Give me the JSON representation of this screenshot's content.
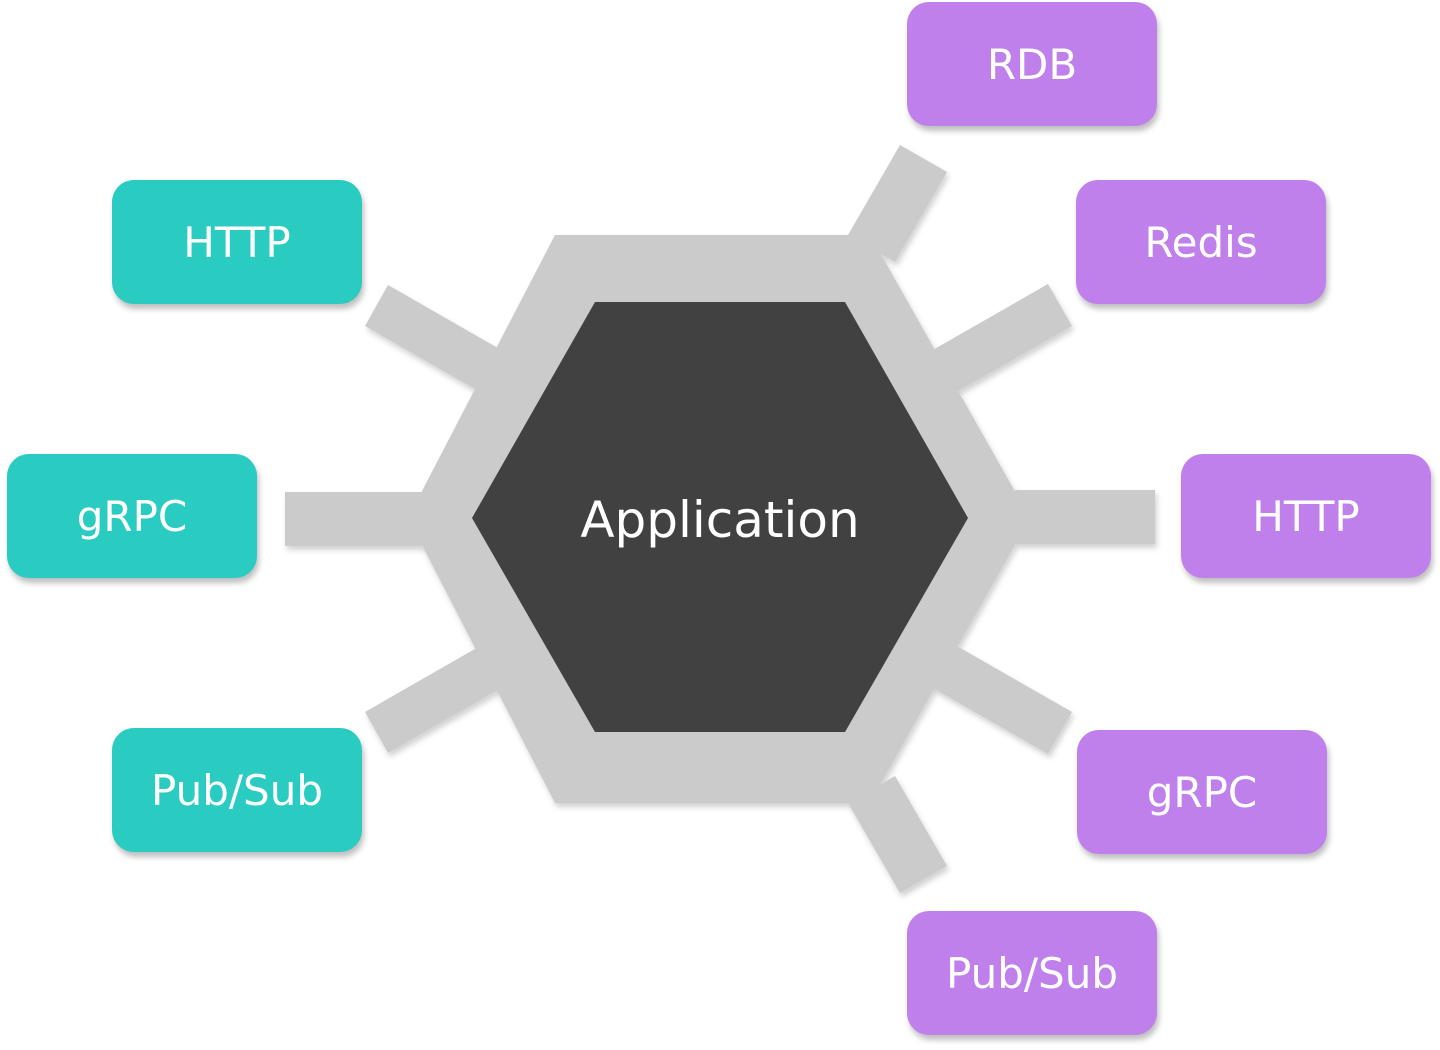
{
  "colors": {
    "inbound": "#2acbc1",
    "outbound": "#bf80ec",
    "core": "#414141",
    "ring": "#cbcbcb"
  },
  "center": {
    "label": "Application"
  },
  "inbound_adapters": [
    {
      "label": "HTTP"
    },
    {
      "label": "gRPC"
    },
    {
      "label": "Pub/Sub"
    }
  ],
  "outbound_adapters": [
    {
      "label": "RDB"
    },
    {
      "label": "Redis"
    },
    {
      "label": "HTTP"
    },
    {
      "label": "gRPC"
    },
    {
      "label": "Pub/Sub"
    }
  ]
}
